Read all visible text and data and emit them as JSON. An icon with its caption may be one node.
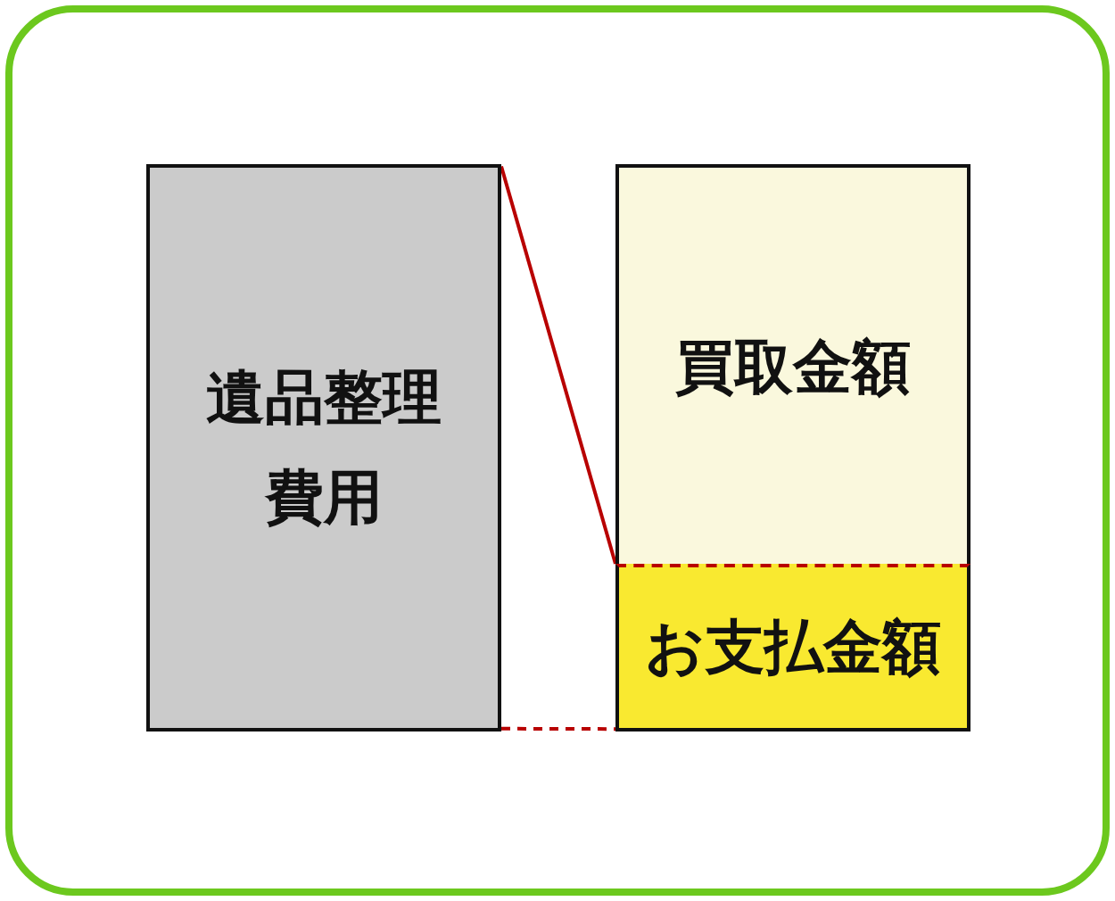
{
  "diagram": {
    "nodes": [
      {
        "text": [
          "遺品整理費用"
        ]
      },
      {
        "text": [
          "買取金額"
        ]
      },
      {
        "text": [
          "お支払金額"
        ]
      }
    ],
    "edges": [
      {
        "from": 0,
        "to": 2,
        "arrow": "none",
        "color": "#b80000"
      },
      {
        "from": 0,
        "to": 2,
        "arrow": "none",
        "style": "dashed",
        "color": "#b80000"
      }
    ]
  }
}
